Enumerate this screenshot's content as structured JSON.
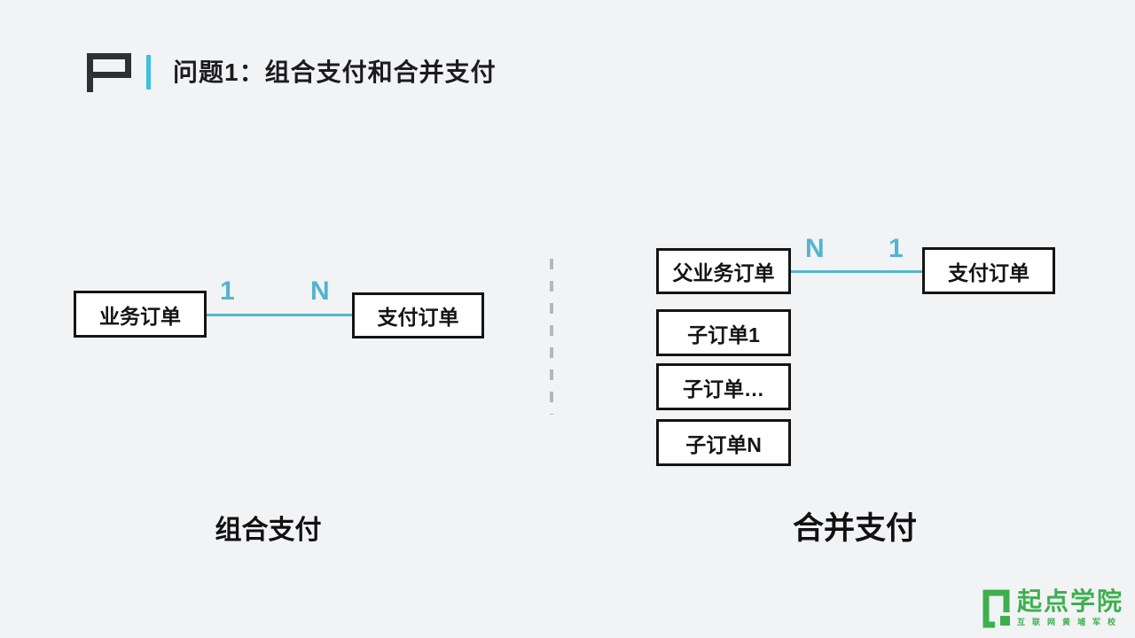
{
  "slide": {
    "title": "问题1：组合支付和合并支付",
    "colors": {
      "background": "#f2f3f5",
      "accent_cyan": "#53b4cf",
      "accent_bright_cyan": "#3ec1e0",
      "box_border": "#141414",
      "box_background": "#ffffff",
      "text": "#1c1c1c",
      "divider_gray": "#b4b7bb",
      "brand_green": "#3db04e",
      "logo_dark": "#2c3136"
    }
  },
  "left_diagram": {
    "caption": "组合支付",
    "business_order_label": "业务订单",
    "payment_order_label": "支付订单",
    "relation": {
      "left_cardinality": "1",
      "right_cardinality": "N"
    }
  },
  "right_diagram": {
    "caption": "合并支付",
    "parent_order_label": "父业务订单",
    "payment_order_label": "支付订单",
    "relation": {
      "left_cardinality": "N",
      "right_cardinality": "1"
    },
    "sub_order_labels": [
      "子订单1",
      "子订单…",
      "子订单N"
    ]
  },
  "brand": {
    "name": "起点学院",
    "tagline": "互联网黄埔军校"
  }
}
